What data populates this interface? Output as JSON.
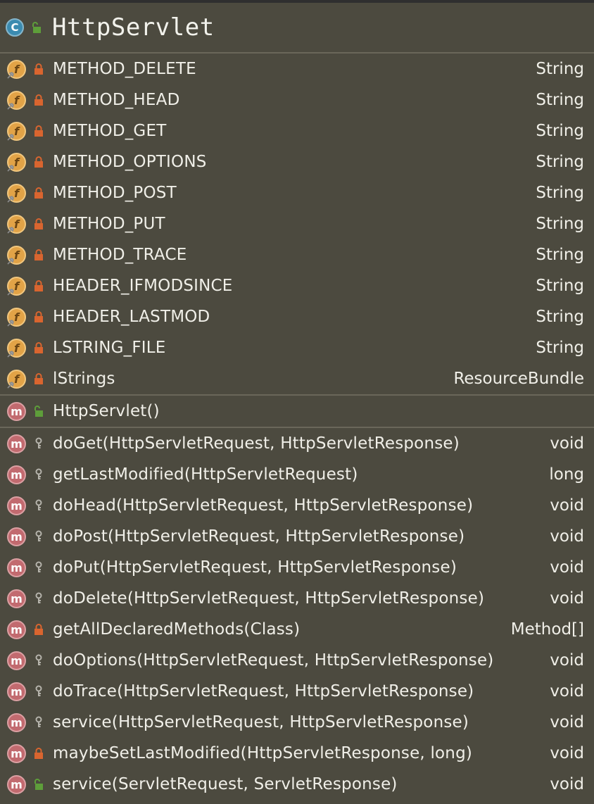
{
  "class_box": {
    "title": "HttpServlet",
    "kind_icon_letter": "C",
    "visibility": "public"
  },
  "icons": {
    "field_letter": "f",
    "method_letter": "m"
  },
  "colors": {
    "background": "#4c4a3f",
    "separator": "#6a675a",
    "text": "#f0efe8",
    "private_lock": "#d9652f",
    "public_unlock": "#5e9e3a",
    "protected_key": "#b5b3ab",
    "field_icon": "#e2a347",
    "method_icon": "#c26a6f",
    "class_icon": "#3b8bb0"
  },
  "fields": [
    {
      "name": "METHOD_DELETE",
      "type": "String",
      "visibility": "private"
    },
    {
      "name": "METHOD_HEAD",
      "type": "String",
      "visibility": "private"
    },
    {
      "name": "METHOD_GET",
      "type": "String",
      "visibility": "private"
    },
    {
      "name": "METHOD_OPTIONS",
      "type": "String",
      "visibility": "private"
    },
    {
      "name": "METHOD_POST",
      "type": "String",
      "visibility": "private"
    },
    {
      "name": "METHOD_PUT",
      "type": "String",
      "visibility": "private"
    },
    {
      "name": "METHOD_TRACE",
      "type": "String",
      "visibility": "private"
    },
    {
      "name": "HEADER_IFMODSINCE",
      "type": "String",
      "visibility": "private"
    },
    {
      "name": "HEADER_LASTMOD",
      "type": "String",
      "visibility": "private"
    },
    {
      "name": "LSTRING_FILE",
      "type": "String",
      "visibility": "private"
    },
    {
      "name": "lStrings",
      "type": "ResourceBundle",
      "visibility": "private"
    }
  ],
  "constructors": [
    {
      "name": "HttpServlet()",
      "type": "",
      "visibility": "public"
    }
  ],
  "methods": [
    {
      "name": "doGet(HttpServletRequest, HttpServletResponse)",
      "type": "void",
      "visibility": "protected"
    },
    {
      "name": "getLastModified(HttpServletRequest)",
      "type": "long",
      "visibility": "protected"
    },
    {
      "name": "doHead(HttpServletRequest, HttpServletResponse)",
      "type": "void",
      "visibility": "protected"
    },
    {
      "name": "doPost(HttpServletRequest, HttpServletResponse)",
      "type": "void",
      "visibility": "protected"
    },
    {
      "name": "doPut(HttpServletRequest, HttpServletResponse)",
      "type": "void",
      "visibility": "protected"
    },
    {
      "name": "doDelete(HttpServletRequest, HttpServletResponse)",
      "type": "void",
      "visibility": "protected"
    },
    {
      "name": "getAllDeclaredMethods(Class)",
      "type": "Method[]",
      "visibility": "private"
    },
    {
      "name": "doOptions(HttpServletRequest, HttpServletResponse)",
      "type": "void",
      "visibility": "protected"
    },
    {
      "name": "doTrace(HttpServletRequest, HttpServletResponse)",
      "type": "void",
      "visibility": "protected"
    },
    {
      "name": "service(HttpServletRequest, HttpServletResponse)",
      "type": "void",
      "visibility": "protected"
    },
    {
      "name": "maybeSetLastModified(HttpServletResponse, long)",
      "type": "void",
      "visibility": "private"
    },
    {
      "name": "service(ServletRequest, ServletResponse)",
      "type": "void",
      "visibility": "public"
    }
  ]
}
